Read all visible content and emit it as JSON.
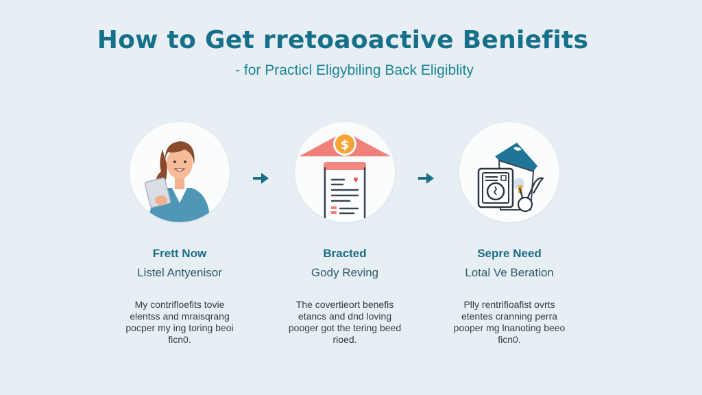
{
  "header": {
    "title": "How to Get rretoaoactive Beniefits",
    "subtitle": "- for Practicl Eligybiling Back Eligiblity"
  },
  "colors": {
    "background": "#e7eef4",
    "title": "#17708a",
    "subtitle": "#1d8796",
    "arrow": "#1a7088",
    "card_circle": "#fbfcfd"
  },
  "steps": [
    {
      "icon": "woman-with-tablet-icon",
      "title": "Frett Now",
      "subtitle": "Listel Antyenisor",
      "description": "My contrifloefits tovie elentss and mraisqrang pocper my ing toring beoi ficn0."
    },
    {
      "icon": "bank-document-icon",
      "title": "Bracted",
      "subtitle": "Gody Reving",
      "description": "The covertieort benefis etancs and dnd loving pooger got the tering beed rioed."
    },
    {
      "icon": "appliance-house-icon",
      "title": "Sepre Need",
      "subtitle": "Lotal Ve Beration",
      "description": "Plly rentrifioafist ovrts etentes cranning perra pooper mg lnanoting beeo ficn0."
    }
  ],
  "arrows": [
    {
      "icon": "arrow-right-icon"
    },
    {
      "icon": "arrow-right-icon"
    }
  ]
}
